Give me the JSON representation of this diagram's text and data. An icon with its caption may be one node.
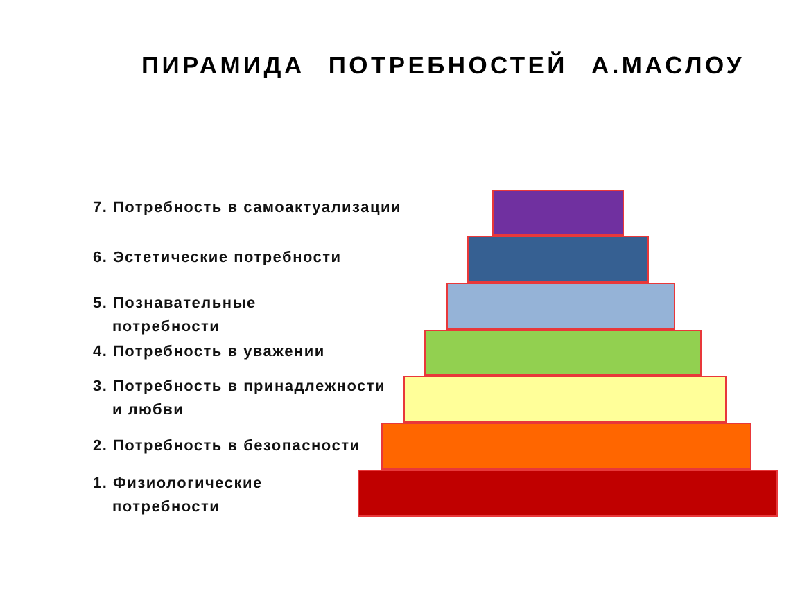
{
  "diagram": {
    "title": "ПИРАМИДА ПОТРЕБНОСТЕЙ А.МАСЛОУ",
    "nodes": [
      {
        "text": [],
        "shape": "bar"
      },
      {
        "text": [],
        "shape": "bar"
      },
      {
        "text": [],
        "shape": "bar"
      },
      {
        "text": [],
        "shape": "bar"
      },
      {
        "text": [],
        "shape": "bar"
      },
      {
        "text": [],
        "shape": "bar"
      },
      {
        "text": [],
        "shape": "bar"
      }
    ],
    "labels": [
      "7. Потребность в самоактуализации",
      "6. Эстетические потребности",
      "5. Познавательные потребности",
      "4. Потребность в уважении",
      "3. Потребность в принадлежности и любви",
      "2. Потребность в безопасности",
      "1. Физиологические потребности"
    ]
  }
}
